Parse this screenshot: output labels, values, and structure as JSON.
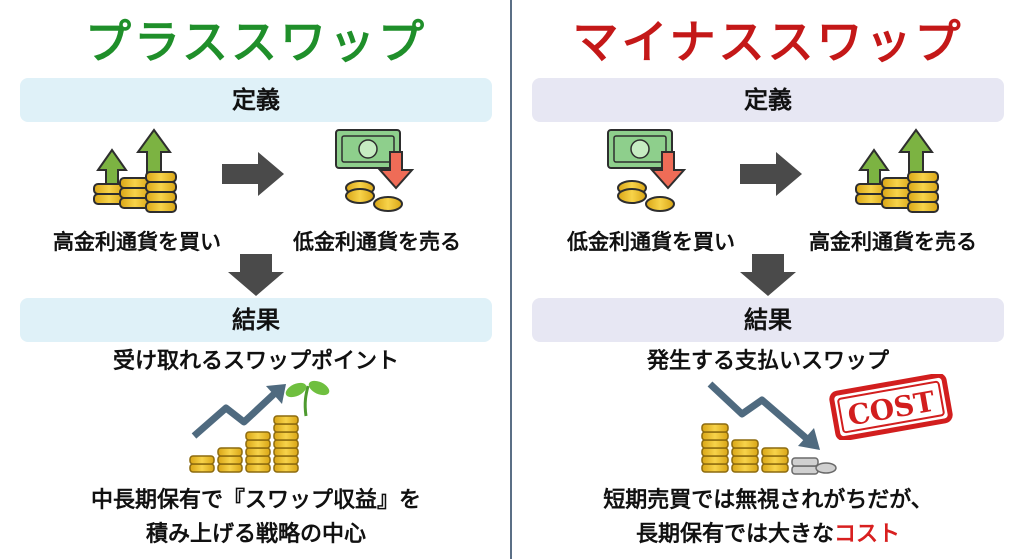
{
  "plus": {
    "title": "プラススワップ",
    "definition_label": "定義",
    "buy_text": "高金利通貨を買い",
    "sell_text": "低金利通貨を売る",
    "result_label": "結果",
    "result_text": "受け取れるスワップポイント",
    "summary_line1": "中長期保有で『スワップ収益』を",
    "summary_line2": "積み上げる戦略の中心"
  },
  "minus": {
    "title": "マイナススワップ",
    "definition_label": "定義",
    "buy_text": "低金利通貨を買い",
    "sell_text": "高金利通貨を売る",
    "result_label": "結果",
    "result_text": "発生する支払いスワップ",
    "summary_line1": "短期売買では無視されがちだが、",
    "summary_line2_prefix": "長期保有では大きな",
    "summary_line2_highlight": "コスト",
    "stamp_text": "COST"
  },
  "colors": {
    "plus_title": "#1f8f2a",
    "minus_title": "#c41818",
    "cost_highlight": "#d81f1f",
    "arrow_gray": "#4a4a4a",
    "coin_gold": "#f2c230",
    "up_arrow_green": "#7cb342",
    "down_arrow_red": "#ef6c57"
  },
  "icons": [
    "coin-stack-up-arrows-icon",
    "money-down-arrow-icon",
    "growth-arrow-sprout-icon",
    "declining-arrow-coins-icon",
    "cost-stamp-icon",
    "right-arrow-icon",
    "down-arrow-icon"
  ]
}
